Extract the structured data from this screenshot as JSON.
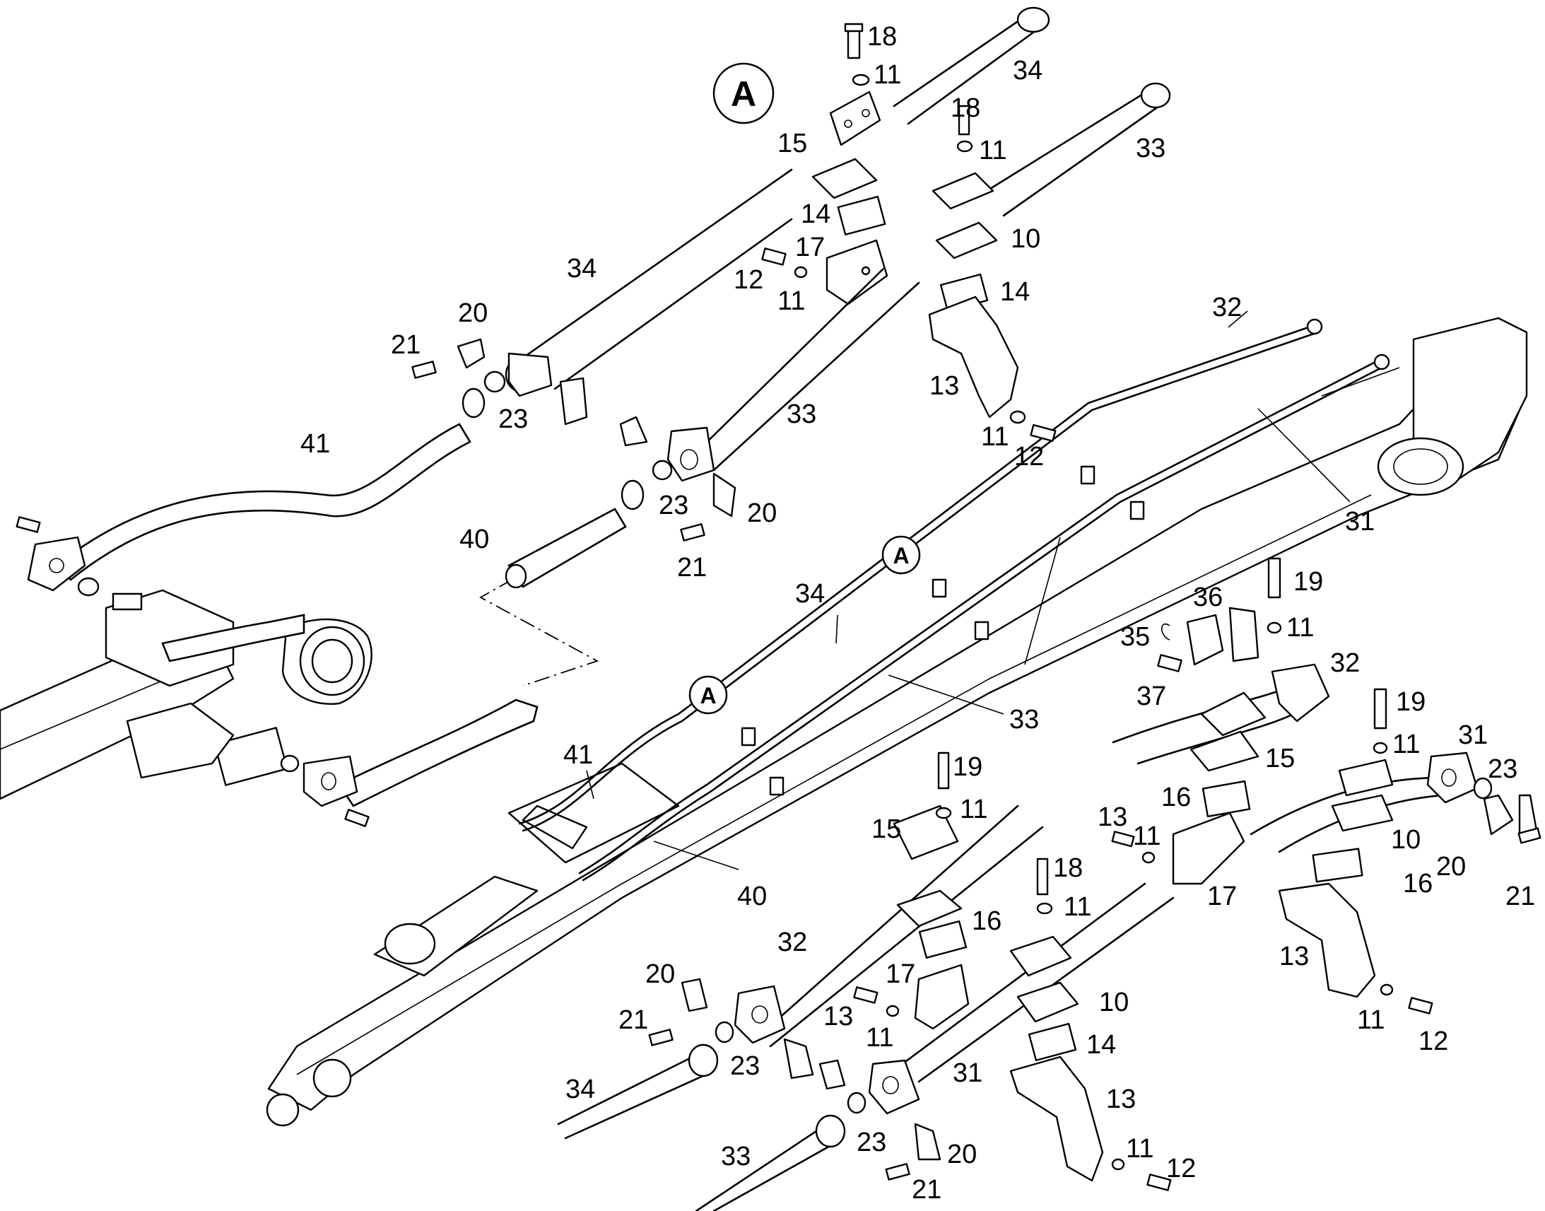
{
  "callouts": {
    "detail_main": "A",
    "detail_boom_upper": "A",
    "detail_boom_lower": "A"
  },
  "labels": {
    "a_18": "18",
    "a_11a": "11",
    "a_34a": "34",
    "a_15": "15",
    "a_14": "14",
    "a_17": "17",
    "a_12": "12",
    "a_11b": "11",
    "a_34b": "34",
    "b_18": "18",
    "b_11a": "11",
    "b_33a": "33",
    "b_10": "10",
    "b_14": "14",
    "b_13": "13",
    "b_11b": "11",
    "b_12": "12",
    "c_20": "20",
    "c_21": "21",
    "c_23": "23",
    "c_41": "41",
    "d_33": "33",
    "d_23": "23",
    "d_20": "20",
    "d_40": "40",
    "d_21": "21",
    "boom_32": "32",
    "boom_31": "31",
    "boom_34": "34",
    "boom_33": "33",
    "boom_41": "41",
    "boom_40": "40",
    "e_19": "19",
    "e_36": "36",
    "e_11": "11",
    "e_35": "35",
    "e_32": "32",
    "e_37": "37",
    "e_15": "15",
    "e_16": "16",
    "e_13": "13",
    "e_11b": "11",
    "e_17": "17",
    "f_19": "19",
    "f_11": "11",
    "f_31": "31",
    "f_23": "23",
    "f_10": "10",
    "f_20": "20",
    "f_21": "21",
    "f_16": "16",
    "f_13": "13",
    "f_11b": "11",
    "f_12": "12",
    "g_19": "19",
    "g_11": "11",
    "g_15": "15",
    "g_16": "16",
    "g_32": "32",
    "g_17": "17",
    "g_13": "13",
    "g_11b": "11",
    "g_18": "18",
    "g_11c": "11",
    "g_10": "10",
    "g_14": "14",
    "h_20": "20",
    "h_21": "21",
    "h_23": "23",
    "h_34": "34",
    "h_31": "31",
    "h_13": "13",
    "h_33": "33",
    "h_23b": "23",
    "h_20b": "20",
    "h_21b": "21",
    "h_11": "11",
    "h_12": "12"
  }
}
